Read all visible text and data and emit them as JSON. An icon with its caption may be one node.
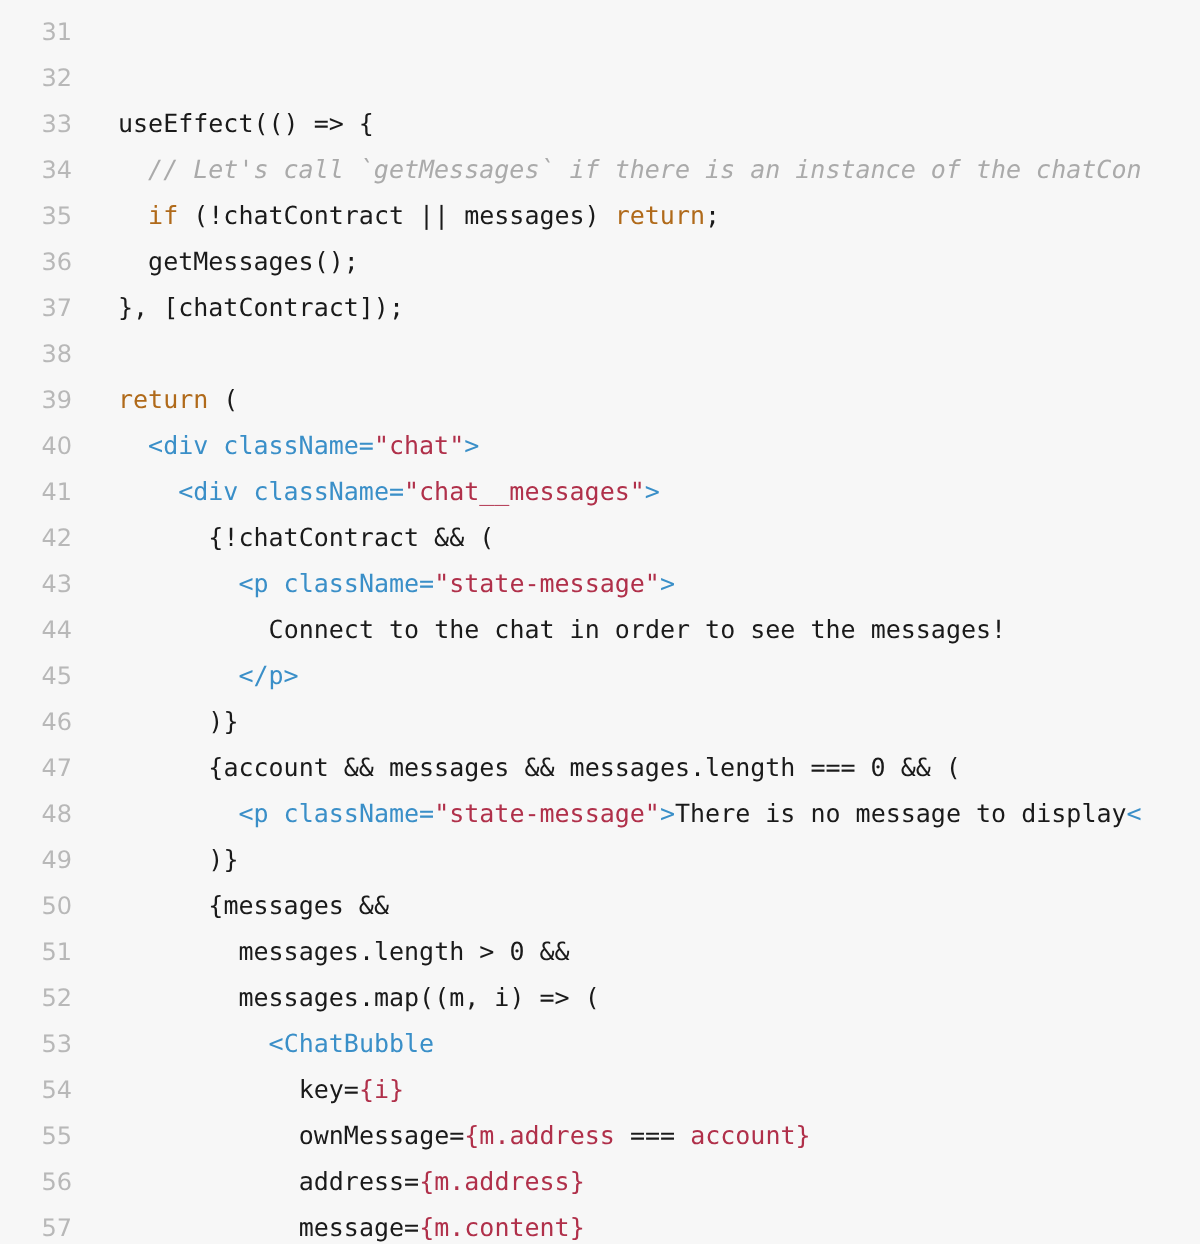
{
  "diagram": {
    "labels": [
      "31",
      "32",
      "33",
      "useEffect(() => {",
      "34",
      "// Let's call `getMessages` if there is an instance of the chatCon",
      "35",
      "if (!chatContract || messages) return;",
      "36",
      "getMessages();",
      "37",
      "}, [chatContract]);",
      "38",
      "39",
      "return (",
      "40",
      "<div className=\"chat\">",
      "41",
      "<div className=\"chat__messages\">",
      "42",
      "{!chatContract && (",
      "43",
      "<p className=\"state-message\">",
      "44",
      "Connect to the chat in order to see the messages!",
      "45",
      "</p>",
      "46",
      ")}",
      "47",
      "{account && messages && messages.length === 0 && (",
      "48",
      "<p className=\"state-message\">There is no message to display<",
      "49",
      ")}",
      "50",
      "{messages &&",
      "51",
      "messages.length > 0 &&",
      "52",
      "messages.map((m, i) => (",
      "53",
      "<ChatBubble",
      "54",
      "key={i}",
      "55",
      "ownMessage={m.address === account}",
      "56",
      "address={m.address}",
      "57",
      "message={m.content}"
    ]
  }
}
